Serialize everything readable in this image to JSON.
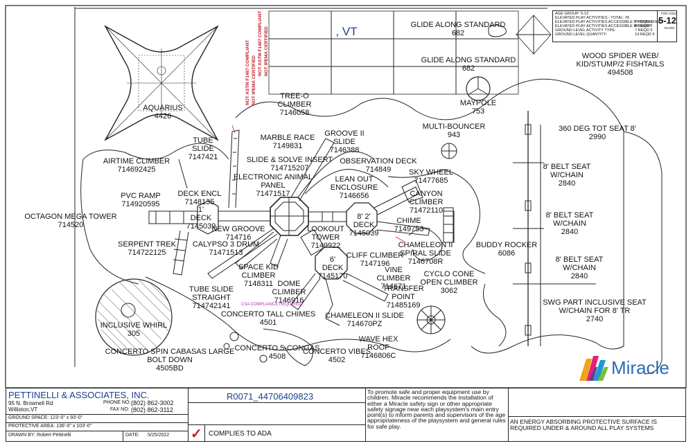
{
  "drawing": {
    "location_label": ", VT",
    "certification_stamps": [
      "NOT ASTM F1487 COMPLIANT",
      "NOT IPEMA CERTIFIED",
      "NOT ASTM F1487 COMPLIANT",
      "NOT IPEMA CERTIFIED"
    ],
    "csa_note": "CSA COMPLIANCE REQUIRED",
    "age_table": {
      "lines": [
        "AGE GROUP: 5-12",
        "ELEVATED PLAY ACTIVITIES - TOTAL: 26",
        "ELEVATED PLAY ACTIVITIES ACCESSIBLE BY TRANSFER:",
        "ELEVATED PLAY ACTIVITIES ACCESSIBLE BY RAMP:",
        "GROUND LEVEL ACTIVITY TYPE:",
        "GROUND LEVEL QUANTITY:"
      ],
      "right_col": [
        "7  REQD 6",
        "8  REQD 7",
        "7  REQD 5",
        "14 REQD 5"
      ],
      "badge_small": "FOR AGES",
      "badge": "5-12",
      "badge_unit": "YEARS"
    },
    "labels": [
      {
        "id": "aquarius",
        "lines": [
          "AQUARIUS",
          "4426"
        ]
      },
      {
        "id": "tree-o",
        "lines": [
          "TREE-O",
          "CLIMBER",
          "7146058"
        ]
      },
      {
        "id": "glide1",
        "lines": [
          "GLIDE ALONG STANDARD",
          "682"
        ]
      },
      {
        "id": "glide2",
        "lines": [
          "GLIDE ALONG STANDARD",
          "682"
        ]
      },
      {
        "id": "spider",
        "lines": [
          "WOOD SPIDER WEB/",
          "KID/STUMP/2 FISHTAILS",
          "494508"
        ]
      },
      {
        "id": "maypole",
        "lines": [
          "MAYPOLE",
          "753"
        ]
      },
      {
        "id": "multibouncer",
        "lines": [
          "MULTI-BOUNCER",
          "943"
        ]
      },
      {
        "id": "tot360",
        "lines": [
          "360 DEG TOT SEAT 8'",
          "2990"
        ]
      },
      {
        "id": "tube-slide",
        "lines": [
          "TUBE",
          "SLIDE",
          "7147421"
        ]
      },
      {
        "id": "marble",
        "lines": [
          "MARBLE RACE",
          "7149831"
        ]
      },
      {
        "id": "groove2",
        "lines": [
          "GROOVE II",
          "SLIDE",
          "7146388"
        ]
      },
      {
        "id": "airtime",
        "lines": [
          "AIRTIME CLIMBER",
          "714692425"
        ]
      },
      {
        "id": "slide-solve",
        "lines": [
          "SLIDE & SOLVE INSERT",
          "714715207"
        ]
      },
      {
        "id": "observation",
        "lines": [
          "OBSERVATION DECK",
          "714849"
        ]
      },
      {
        "id": "belt1",
        "lines": [
          "8' BELT SEAT",
          "W/CHAIN",
          "2840"
        ]
      },
      {
        "id": "eap",
        "lines": [
          "ELECTRONIC ANIMAL",
          "PANEL",
          "71471517"
        ]
      },
      {
        "id": "skywheel",
        "lines": [
          "SKY WHEEL",
          "71477685"
        ]
      },
      {
        "id": "leanout",
        "lines": [
          "LEAN OUT",
          "ENCLOSURE",
          "7146656"
        ]
      },
      {
        "id": "pvcramp",
        "lines": [
          "PVC RAMP",
          "714920595"
        ]
      },
      {
        "id": "deckencl",
        "lines": [
          "DECK ENCL",
          "7148135"
        ]
      },
      {
        "id": "canyon",
        "lines": [
          "CANYON",
          "CLIMBER",
          "71472110"
        ]
      },
      {
        "id": "octagon",
        "lines": [
          "OCTAGON MEGA TOWER",
          "714520"
        ]
      },
      {
        "id": "deck1",
        "lines": [
          "1'",
          "DECK",
          "7145039"
        ]
      },
      {
        "id": "belt2",
        "lines": [
          "8' BELT SEAT",
          "W/CHAIN",
          "2840"
        ]
      },
      {
        "id": "deck82",
        "lines": [
          "8' 2'",
          "DECK",
          "7145039"
        ]
      },
      {
        "id": "chime",
        "lines": [
          "CHIME",
          "7149753"
        ]
      },
      {
        "id": "newgroove",
        "lines": [
          "NEW GROOVE",
          "714716"
        ]
      },
      {
        "id": "lookout",
        "lines": [
          "LOOKOUT",
          "TOWER",
          "7149922"
        ]
      },
      {
        "id": "serpent",
        "lines": [
          "SERPENT TREK",
          "714722125"
        ]
      },
      {
        "id": "calypso",
        "lines": [
          "CALYPSO 3 DRUM",
          "71471513"
        ]
      },
      {
        "id": "chameleon-spiral",
        "lines": [
          "CHAMELEON II",
          "SPIRAL SLIDE",
          "7146708R"
        ]
      },
      {
        "id": "buddy",
        "lines": [
          "BUDDY ROCKER",
          "6086"
        ]
      },
      {
        "id": "deck6",
        "lines": [
          "6'",
          "DECK",
          "7145170"
        ]
      },
      {
        "id": "cliff",
        "lines": [
          "CLIFF CLIMBER",
          "7147196"
        ]
      },
      {
        "id": "belt3",
        "lines": [
          "8' BELT SEAT",
          "W/CHAIN",
          "2840"
        ]
      },
      {
        "id": "spacekid",
        "lines": [
          "SPACE KID",
          "CLIMBER",
          "7148311"
        ]
      },
      {
        "id": "vine",
        "lines": [
          "VINE",
          "CLIMBER",
          "714671"
        ]
      },
      {
        "id": "cyclocone",
        "lines": [
          "CYCLO CONE",
          "OPEN CLIMBER",
          "3062"
        ]
      },
      {
        "id": "dome",
        "lines": [
          "DOME",
          "CLIMBER",
          "7146916"
        ]
      },
      {
        "id": "transfer",
        "lines": [
          "TRANSFER",
          "POINT",
          "71485169"
        ]
      },
      {
        "id": "tubestraight",
        "lines": [
          "TUBE SLIDE",
          "STRAIGHT",
          "714742141"
        ]
      },
      {
        "id": "swgpart",
        "lines": [
          "SWG PART INCLUSIVE SEAT",
          "W/CHAIN FOR 8' TR",
          "2740"
        ]
      },
      {
        "id": "tallchimes",
        "lines": [
          "CONCERTO TALL CHIMES",
          "4501"
        ]
      },
      {
        "id": "chameleon-slide",
        "lines": [
          "CHAMELEON II SLIDE",
          "714670PZ"
        ]
      },
      {
        "id": "whirl",
        "lines": [
          "INCLUSIVE WHIRL",
          "305"
        ]
      },
      {
        "id": "wavehex",
        "lines": [
          "WAVE HEX",
          "ROOF",
          "7146806C"
        ]
      },
      {
        "id": "cabasas",
        "lines": [
          "CONCERTO SPIN CABASAS LARGE",
          "BOLT DOWN",
          "4505BD"
        ]
      },
      {
        "id": "congas",
        "lines": [
          "CONCERTO 5-CONGAS",
          "4508"
        ]
      },
      {
        "id": "vibes",
        "lines": [
          "CONCERTO VIBES",
          "4502"
        ]
      }
    ]
  },
  "brand": {
    "name": "Miracle"
  },
  "title_block": {
    "company": "PETTINELLI & ASSOCIATES, INC.",
    "address1": "95 N. Brownell Rd",
    "address2": "Williston,VT",
    "phone_label": "PHONE NO:",
    "phone": "(802) 862-3002",
    "fax_label": "FAX NO:",
    "fax": "(802) 862-3112",
    "ground_space": "GROUND SPACE: 123'-0\" x 93'-0\"",
    "protective_area": "PROTECTIVE AREA: 136'-0\" x 103'-0\"",
    "drawn_by_label": "DRAWN BY:",
    "drawn_by": "Robert Pettinelli",
    "date_label": "DATE:",
    "date": "5/25/2022",
    "drawing_no": "R0071_44706409823",
    "ada_mark": "✓",
    "ada_text": "COMPLIES TO ADA",
    "safety_note": "To promote safe and proper equipment use by children. Miracle recommends the installation of either a Miracle safety sign or other appropriate safety signage near each playsystem's main entry point(s) to inform parents and supervisors of the age appropriateness of the playsystem and general rules for safe play.",
    "surface_note": "AN ENERGY ABSORBING PROTECTIVE SURFACE IS REQUIRED UNDER & AROUND ALL PLAY SYSTEMS"
  }
}
